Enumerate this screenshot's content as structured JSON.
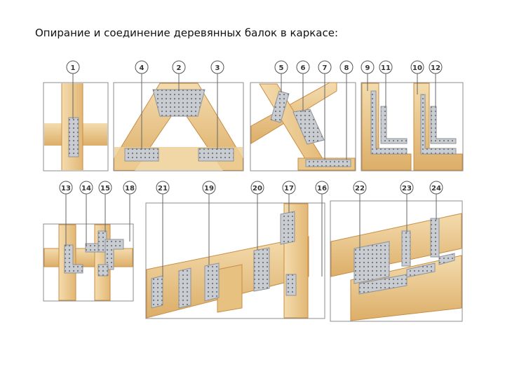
{
  "title": "Опирание и соединение деревянных балок в каркасе:",
  "callouts": [
    "1",
    "4",
    "2",
    "3",
    "5",
    "6",
    "7",
    "8",
    "9",
    "11",
    "10",
    "12",
    "13",
    "14",
    "15",
    "18",
    "21",
    "19",
    "20",
    "17",
    "16",
    "22",
    "23",
    "24"
  ],
  "colors": {
    "wood_light": "#f2d9a8",
    "wood_mid": "#e6bf7c",
    "wood_dark": "#c98d45",
    "metal": "#c9ccd1",
    "metal_dark": "#8e9399",
    "frame": "#8c8c8c"
  }
}
